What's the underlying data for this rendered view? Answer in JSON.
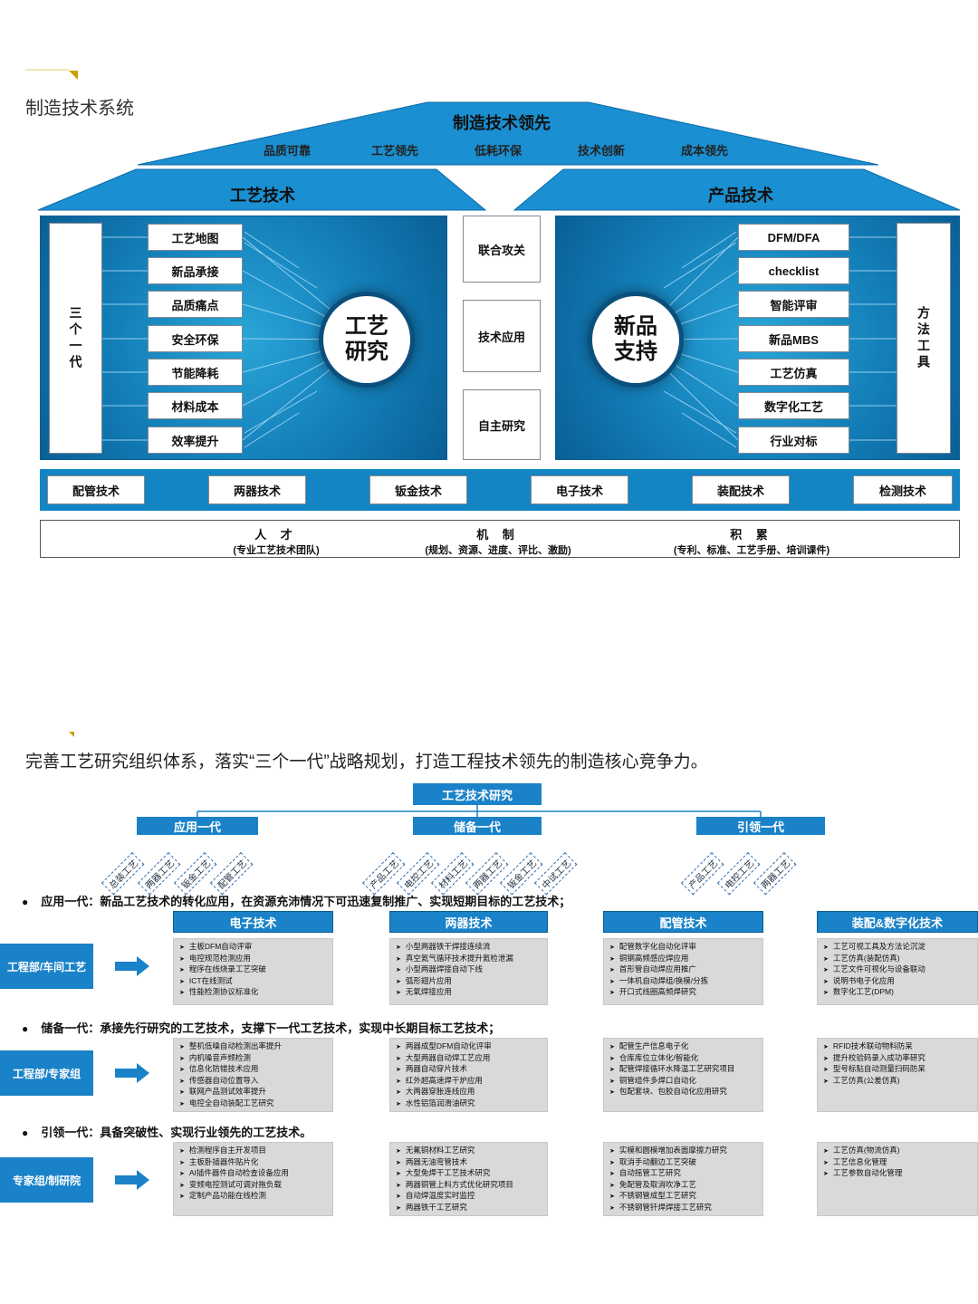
{
  "section1": {
    "title": "制造技术系统",
    "roof": {
      "title": "制造技术领先",
      "pillars": [
        "品质可靠",
        "工艺领先",
        "低耗环保",
        "技术创新",
        "成本领先"
      ]
    },
    "left_roof": "工艺技术",
    "right_roof": "产品技术",
    "left_side_label": "三个一代",
    "right_side_label": "方法工具",
    "left_hub": [
      "工艺",
      "研究"
    ],
    "right_hub": [
      "新品",
      "支持"
    ],
    "left_items": [
      "工艺地图",
      "新品承接",
      "品质痛点",
      "安全环保",
      "节能降耗",
      "材料成本",
      "效率提升"
    ],
    "right_items": [
      "DFM/DFA",
      "checklist",
      "智能评审",
      "新品MBS",
      "工艺仿真",
      "数字化工艺",
      "行业对标"
    ],
    "middle_items": [
      "联合攻关",
      "技术应用",
      "自主研究"
    ],
    "tech_strip": [
      "配管技术",
      "两器技术",
      "钣金技术",
      "电子技术",
      "装配技术",
      "检测技术"
    ],
    "foundation": [
      {
        "title": "人 才",
        "sub": "(专业工艺技术团队)"
      },
      {
        "title": "机 制",
        "sub": "(规划、资源、进度、评比、激励)"
      },
      {
        "title": "积 累",
        "sub": "(专利、标准、工艺手册、培训课件)"
      }
    ]
  },
  "section2": {
    "title": "完善工艺研究组织体系，落实“三个一代”战略规划，打造工程技术领先的制造核心竞争力。",
    "root": "工艺技术研究",
    "branches": [
      {
        "label": "应用一代",
        "children": [
          "总装工艺",
          "两器工艺",
          "钣金工艺",
          "配管工艺"
        ]
      },
      {
        "label": "储备一代",
        "children": [
          "产品工艺",
          "电控工艺",
          "材料工艺",
          "两器工艺",
          "钣金工艺",
          "中试工艺"
        ]
      },
      {
        "label": "引领一代",
        "children": [
          "产品工艺",
          "电控工艺",
          "两器工艺"
        ]
      }
    ],
    "bullets": [
      "应用一代：新品工艺技术的转化应用，在资源充沛情况下可迅速复制推广、实现短期目标的工艺技术；",
      "储备一代：承接先行研究的工艺技术，支撑下一代工艺技术，实现中长期目标工艺技术；",
      "引领一代：具备突破性、实现行业领先的工艺技术。"
    ],
    "columns": [
      "电子技术",
      "两器技术",
      "配管技术",
      "装配&数字化技术"
    ],
    "rows": [
      {
        "label": "工程部/车间工艺",
        "cells": [
          [
            "主板DFM自动评审",
            "电控规范检测应用",
            "程序在线烧录工艺突破",
            "ICT在线测试",
            "性能检测协议标准化"
          ],
          [
            "小型两器铁干焊接连续流",
            "真空氦气循环技术提升氦检泄漏",
            "小型两器焊接自动下线",
            "弧形翅片应用",
            "无氧焊接应用"
          ],
          [
            "配管数字化自动化评审",
            "铜钢高频感应焊应用",
            "首形管自动焊应用推广",
            "一体机自动焊组/换模/分拣",
            "开口式线圈高频焊研究"
          ],
          [
            "工艺可视工具及方法论沉淀",
            "工艺仿真(装配仿真)",
            "工艺文件可视化与设备联动",
            "说明书电子化应用",
            "数字化工艺(DPM)"
          ]
        ]
      },
      {
        "label": "工程部/专家组",
        "cells": [
          [
            "整机低噪自动检测出率提升",
            "内机噪音声频检测",
            "信息化防错技术应用",
            "传感器自动位置导入",
            "联网产品测试效率提升",
            "电控全自动装配工艺研究"
          ],
          [
            "两器成型DFM自动化评审",
            "大型两器自动焊工艺应用",
            "两器自动穿片技术",
            "红外超高速焊干炉应用",
            "大两器穿胀连线应用",
            "水性铝箔润滑油研究"
          ],
          [
            "配管生产信息电子化",
            "仓库库位立体化/智能化",
            "配管焊接循环水降温工艺研究项目",
            "铜管组件多焊口自动化",
            "包配套块、包胶自动化应用研究"
          ],
          [
            "RFID技术联动物料防呆",
            "提升校验码录入成功率研究",
            "型号标贴自动测量扫码防呆",
            "工艺仿真(公差仿真)"
          ]
        ]
      },
      {
        "label": "专家组/制研院",
        "cells": [
          [
            "检测程序自主开发项目",
            "主板卧插器件贴片化",
            "AI插件器件自动检查设备应用",
            "变频电控测试可调对拖负载",
            "定制产品功能在线检测"
          ],
          [
            "无氟铜材料工艺研究",
            "两器无油弯管技术",
            "大型免焊干工艺技术研究",
            "两器铜管上料方式优化研究项目",
            "自动焊温度实时监控",
            "两器铁干工艺研究"
          ],
          [
            "实模和圆模增加表面摩擦力研究",
            "取消手动翻边工艺突破",
            "自动摇管工艺研究",
            "免配管及取消吹净工艺",
            "不锈钢管成型工艺研究",
            "不锈钢管钎焊焊接工艺研究"
          ],
          [
            "工艺仿真(物流仿真)",
            "工艺信息化管理",
            "工艺参数自动化管理"
          ]
        ]
      }
    ]
  }
}
